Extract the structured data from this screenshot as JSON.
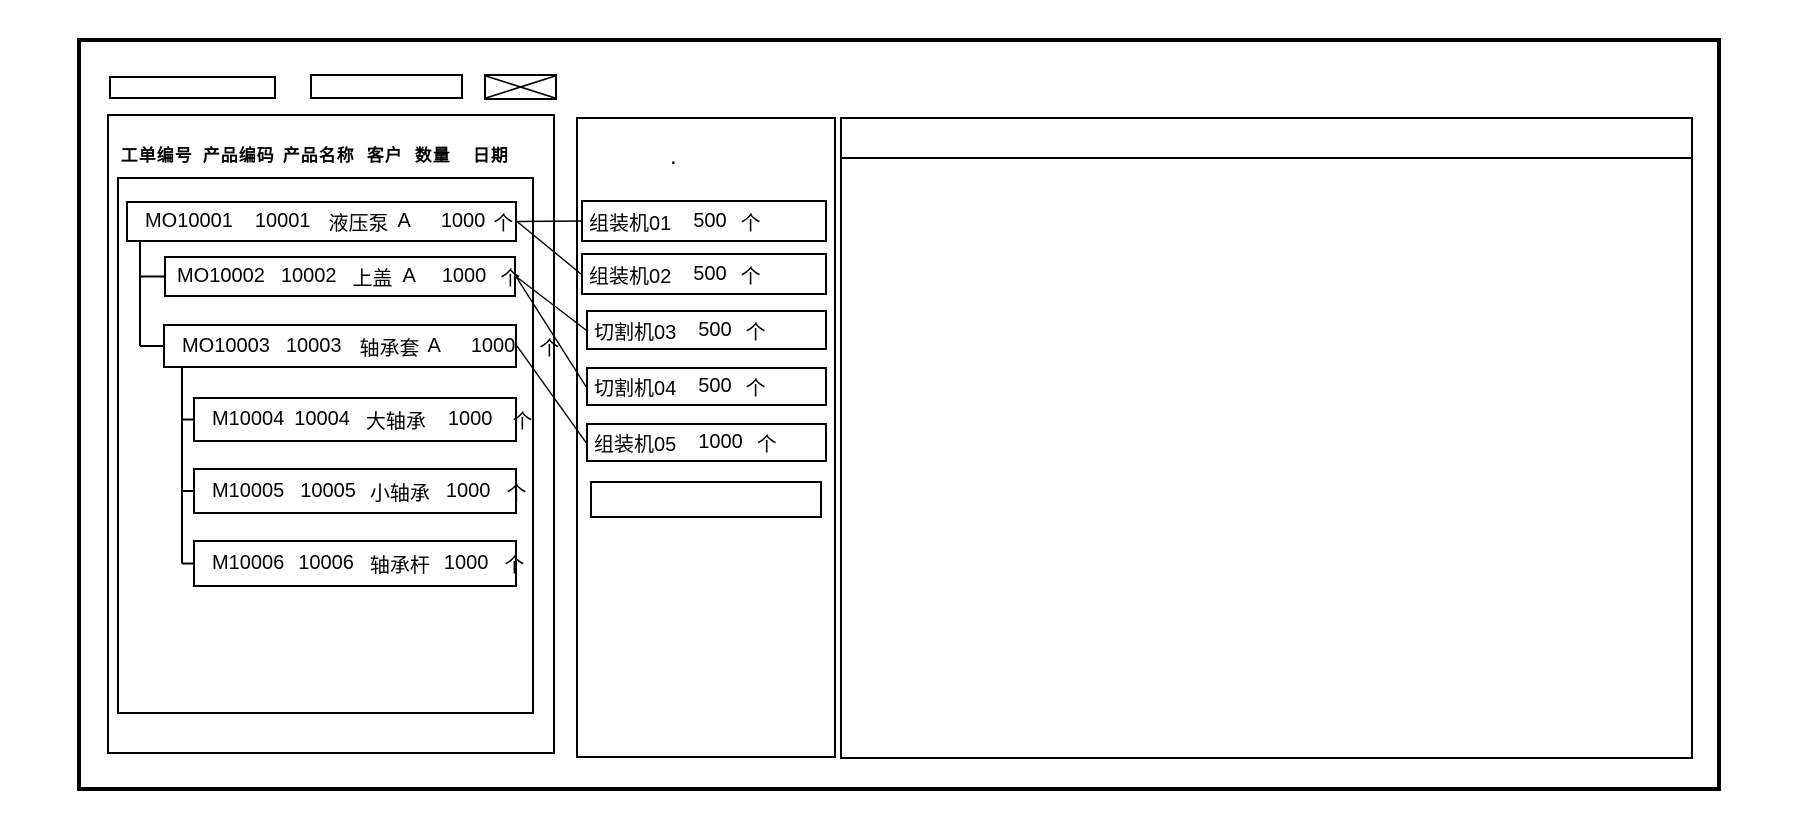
{
  "top_bar": {
    "input_1": {
      "value": "",
      "placeholder": ""
    },
    "input_2": {
      "value": "",
      "placeholder": ""
    },
    "image_placeholder_icon": "x-crossed-box"
  },
  "order_panel": {
    "columns": [
      "工单编号",
      "产品编码",
      "产品名称",
      "客户",
      "数量",
      "日期"
    ],
    "orders": [
      {
        "order_no": "MO10001",
        "product_code": "10001",
        "product_name": "液压泵",
        "customer": "A",
        "quantity": "1000",
        "unit": "个",
        "level": 0,
        "parent": null
      },
      {
        "order_no": "MO10002",
        "product_code": "10002",
        "product_name": "上盖",
        "customer": "A",
        "quantity": "1000",
        "unit": "个",
        "level": 1,
        "parent": "MO10001"
      },
      {
        "order_no": "MO10003",
        "product_code": "10003",
        "product_name": "轴承套",
        "customer": "A",
        "quantity": "1000",
        "unit": "个",
        "level": 1,
        "parent": "MO10001"
      },
      {
        "order_no": "M10004",
        "product_code": "10004",
        "product_name": "大轴承",
        "customer": "",
        "quantity": "1000",
        "unit": "个",
        "level": 2,
        "parent": "MO10003"
      },
      {
        "order_no": "M10005",
        "product_code": "10005",
        "product_name": "小轴承",
        "customer": "",
        "quantity": "1000",
        "unit": "个",
        "level": 2,
        "parent": "MO10003"
      },
      {
        "order_no": "M10006",
        "product_code": "10006",
        "product_name": "轴承杆",
        "customer": "",
        "quantity": "1000",
        "unit": "个",
        "level": 2,
        "parent": "MO10003"
      }
    ]
  },
  "machine_panel": {
    "dot": ".",
    "machines": [
      {
        "name": "组装机01",
        "quantity": "500",
        "unit": "个"
      },
      {
        "name": "组装机02",
        "quantity": "500",
        "unit": "个"
      },
      {
        "name": "切割机03",
        "quantity": "500",
        "unit": "个"
      },
      {
        "name": "切割机04",
        "quantity": "500",
        "unit": "个"
      },
      {
        "name": "组装机05",
        "quantity": "1000",
        "unit": "个"
      }
    ],
    "empty_slots": 1
  },
  "assignments": [
    {
      "from": "MO10001",
      "to": "组装机01"
    },
    {
      "from": "MO10001",
      "to": "组装机02"
    },
    {
      "from": "MO10002",
      "to": "切割机03"
    },
    {
      "from": "MO10002",
      "to": "切割机04"
    },
    {
      "from": "MO10003",
      "to": "组装机05"
    }
  ],
  "colors": {
    "line": "#000000",
    "background": "#ffffff",
    "text": "#000000"
  }
}
